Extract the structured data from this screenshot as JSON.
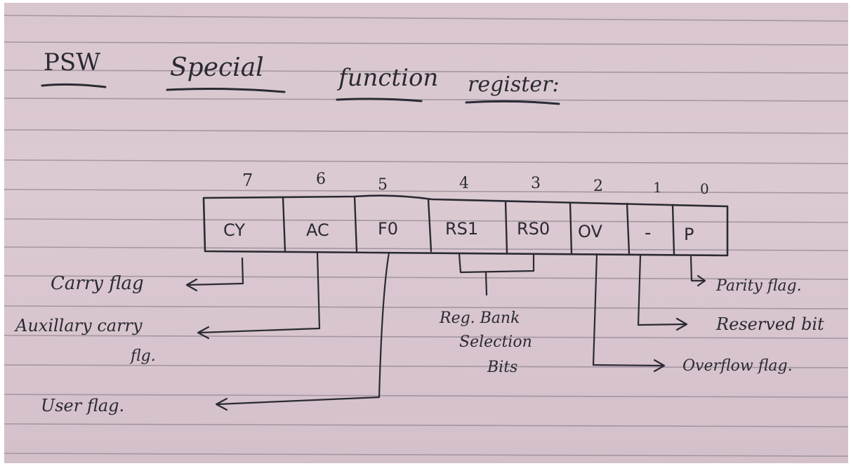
{
  "heading": {
    "word1": "PSW",
    "word2": "Special",
    "word3": "function",
    "word4": "register:"
  },
  "register": {
    "bit_numbers": [
      "7",
      "6",
      "5",
      "4",
      "3",
      "2",
      "1",
      "0"
    ],
    "cells": [
      "CY",
      "AC",
      "F0",
      "RS1",
      "RS0",
      "OV",
      "-",
      "P"
    ]
  },
  "labels": {
    "carry": "Carry flag",
    "aux_line1": "Auxillary carry",
    "aux_line2": "flg.",
    "user": "User flag.",
    "bank_line1": "Reg. Bank",
    "bank_line2": "Selection",
    "bank_line3": "Bits",
    "parity": "Parity flag.",
    "reserved": "Reserved bit",
    "overflow": "Overflow flag."
  },
  "colors": {
    "paper": "#d9c6cf",
    "ink": "#2a2a33",
    "ruled_line": "#9b8e9b"
  }
}
